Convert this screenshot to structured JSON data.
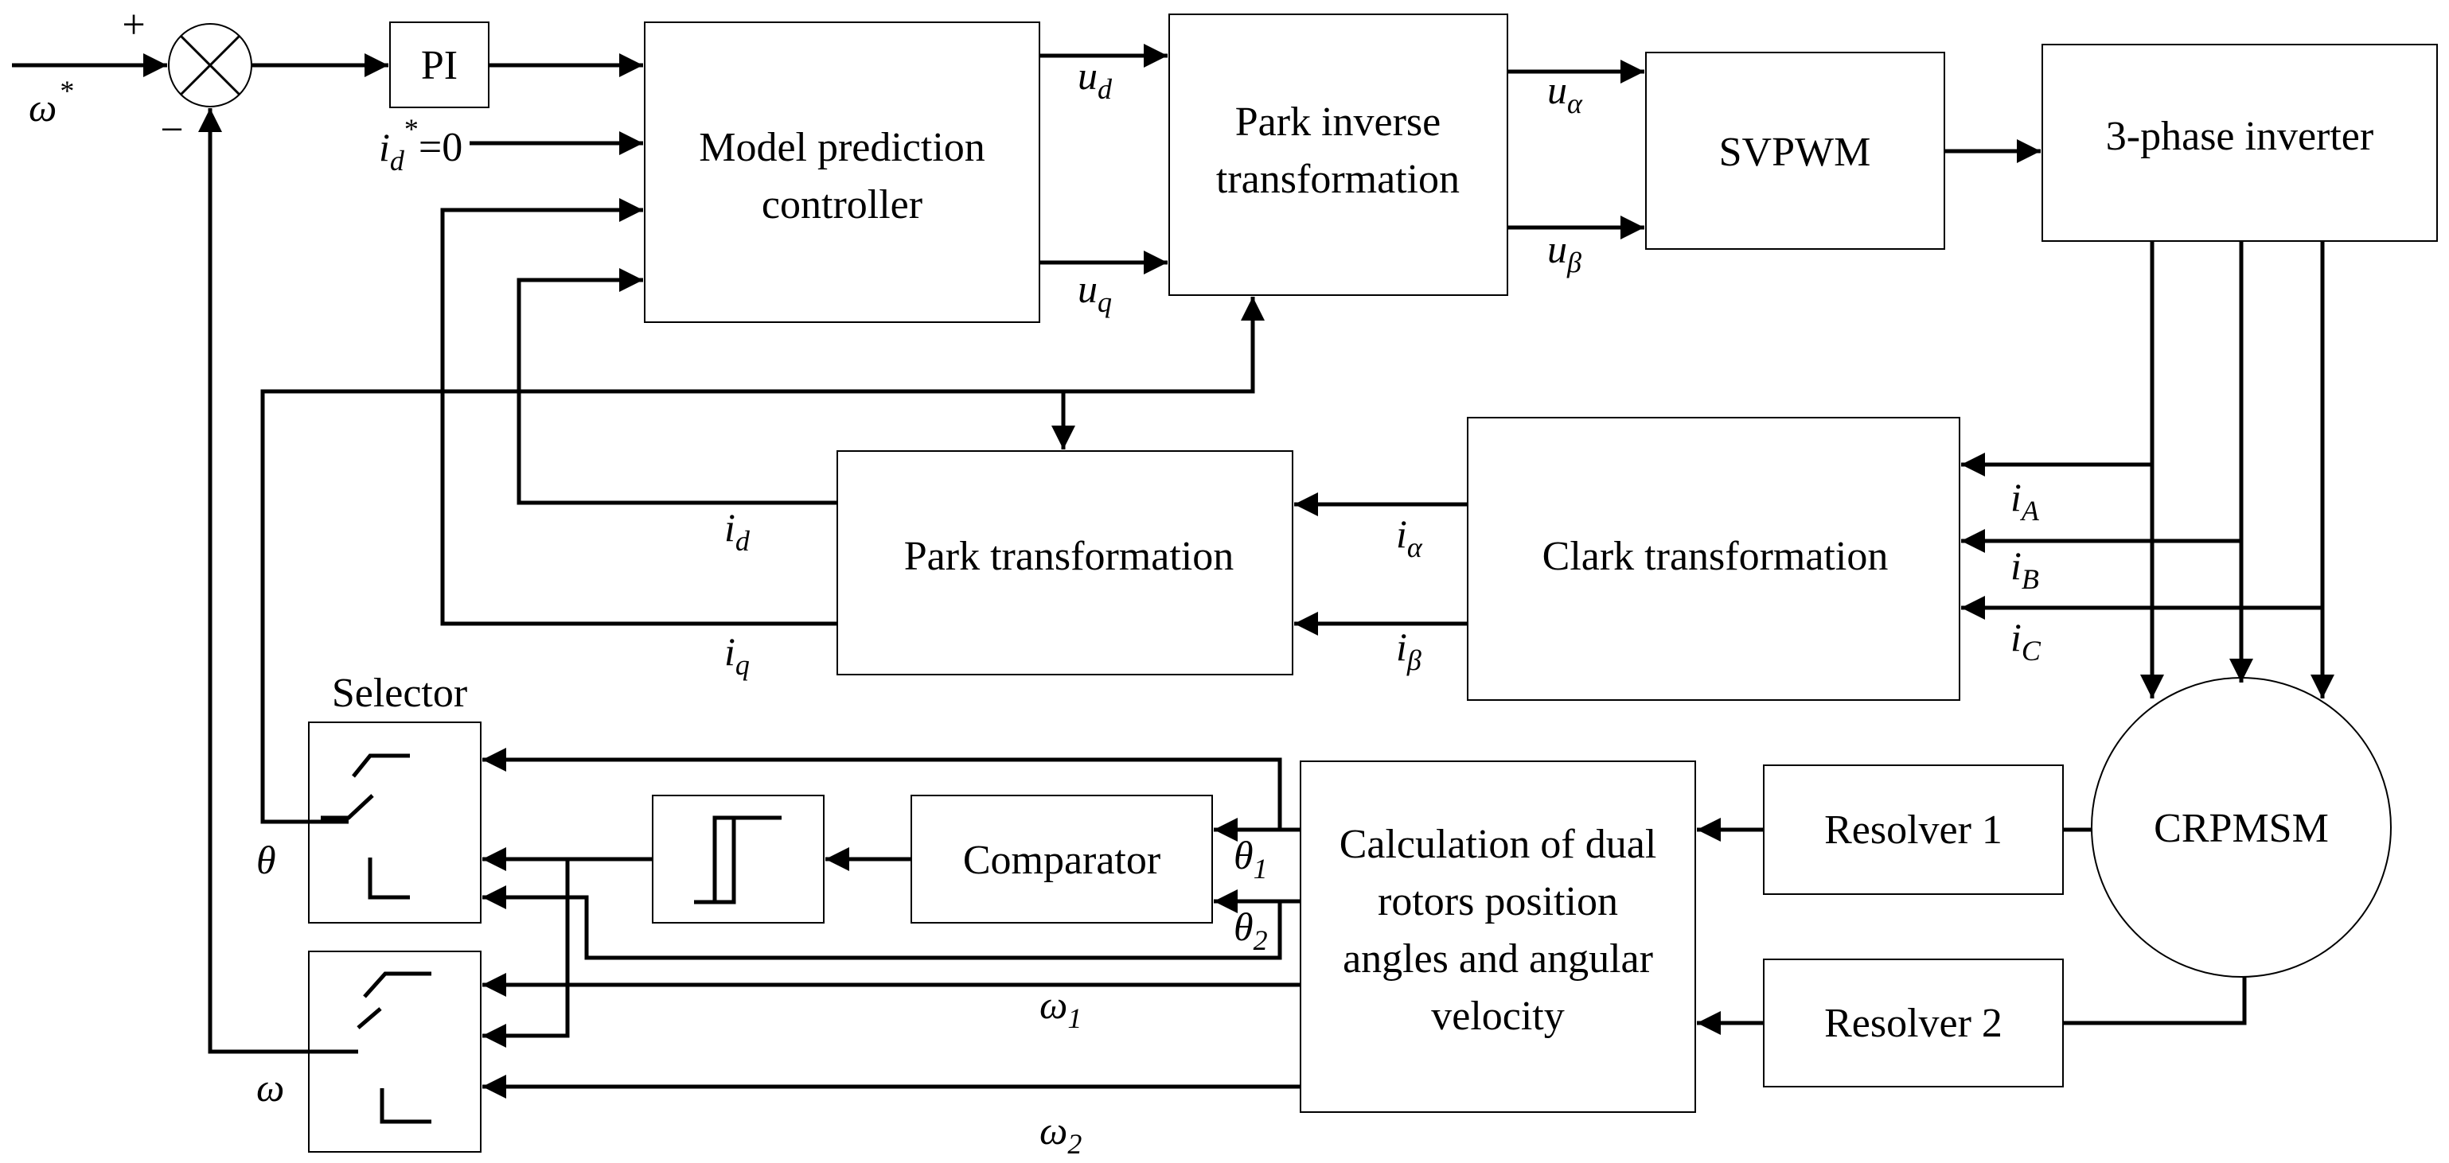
{
  "blocks": {
    "pi": "PI",
    "mpc": [
      "Model prediction",
      "controller"
    ],
    "park_inv": [
      "Park inverse",
      "transformation"
    ],
    "svpwm": "SVPWM",
    "inverter": "3-phase inverter",
    "park": "Park transformation",
    "clark": "Clark transformation",
    "selector_title": "Selector",
    "comparator": "Comparator",
    "calc": [
      "Calculation of dual",
      "rotors position",
      "angles and angular",
      "velocity"
    ],
    "resolver1": "Resolver 1",
    "resolver2": "Resolver 2",
    "motor": "CRPMSM"
  },
  "signs": {
    "plus": "+",
    "minus": "−"
  },
  "signals": {
    "omega_ref": {
      "sym": "ω",
      "sup": "*"
    },
    "id_ref": {
      "sym": "i",
      "sub": "d",
      "sup": "*",
      "suffix": "=0"
    },
    "ud": {
      "sym": "u",
      "sub": "d"
    },
    "uq": {
      "sym": "u",
      "sub": "q"
    },
    "ualpha": {
      "sym": "u",
      "sub": "α"
    },
    "ubeta": {
      "sym": "u",
      "sub": "β"
    },
    "iA": {
      "sym": "i",
      "sub": "A"
    },
    "iB": {
      "sym": "i",
      "sub": "B"
    },
    "iC": {
      "sym": "i",
      "sub": "C"
    },
    "ialpha": {
      "sym": "i",
      "sub": "α"
    },
    "ibeta": {
      "sym": "i",
      "sub": "β"
    },
    "id": {
      "sym": "i",
      "sub": "d"
    },
    "iq": {
      "sym": "i",
      "sub": "q"
    },
    "theta": {
      "sym": "θ"
    },
    "omega": {
      "sym": "ω"
    },
    "theta1": {
      "sym": "θ",
      "sub": "1"
    },
    "theta2": {
      "sym": "θ",
      "sub": "2"
    },
    "omega1": {
      "sym": "ω",
      "sub": "1"
    },
    "omega2": {
      "sym": "ω",
      "sub": "2"
    }
  }
}
